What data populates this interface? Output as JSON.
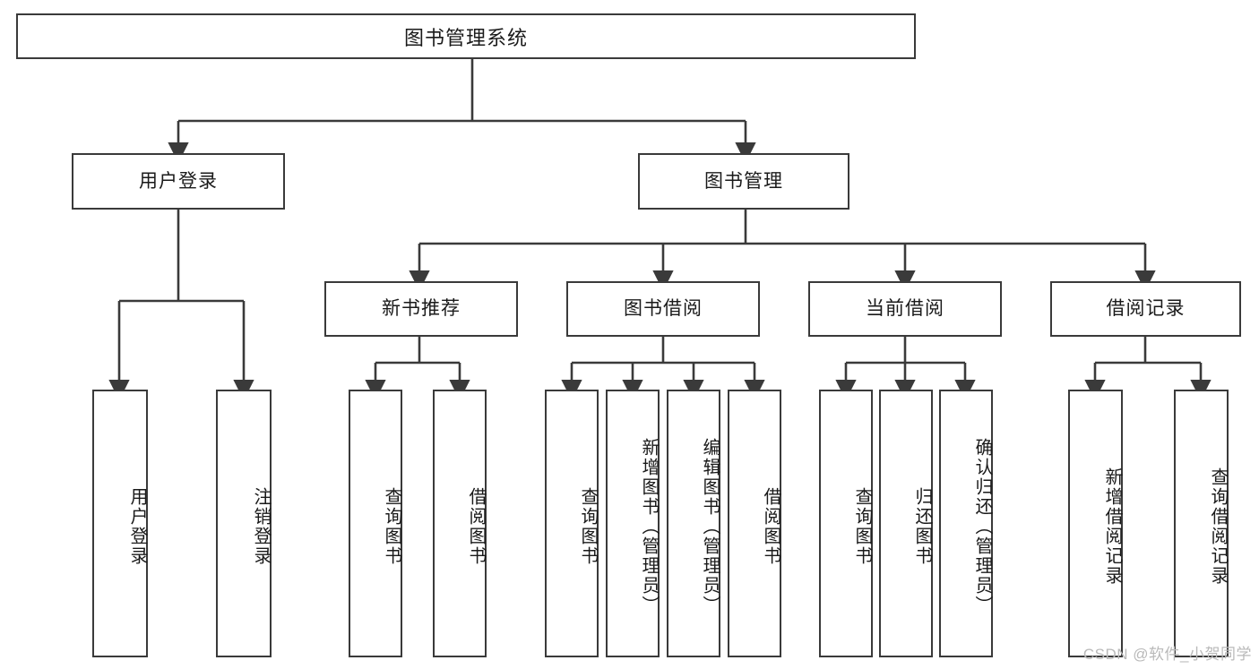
{
  "diagram": {
    "title": "图书管理系统",
    "type": "hierarchy-tree",
    "watermark": "CSDN @软件_小贺同学",
    "colors": {
      "background": "#ffffff",
      "node_fill": "#ffffff",
      "node_border": "#3a3a3a",
      "edge": "#3a3a3a",
      "text": "#1a1a1a",
      "watermark_text": "#b9b9b9"
    }
  },
  "nodes": {
    "root": {
      "label": "图书管理系统"
    },
    "level2": [
      {
        "id": "user-login",
        "label": "用户登录"
      },
      {
        "id": "book-manage",
        "label": "图书管理"
      }
    ],
    "level3": [
      {
        "id": "new-book-recommend",
        "label": "新书推荐"
      },
      {
        "id": "book-borrow",
        "label": "图书借阅"
      },
      {
        "id": "current-borrow",
        "label": "当前借阅"
      },
      {
        "id": "borrow-record",
        "label": "借阅记录"
      }
    ],
    "leaves": {
      "user-login": [
        {
          "id": "leaf-user-login",
          "label": "用户登录"
        },
        {
          "id": "leaf-logout-login",
          "label": "注销登录"
        }
      ],
      "new-book-recommend": [
        {
          "id": "leaf-query-book-1",
          "label": "查询图书"
        },
        {
          "id": "leaf-borrow-book-1",
          "label": "借阅图书"
        }
      ],
      "book-borrow": [
        {
          "id": "leaf-query-book-2",
          "label": "查询图书"
        },
        {
          "id": "leaf-add-book",
          "label": "新增图书（管理员）"
        },
        {
          "id": "leaf-edit-book",
          "label": "编辑图书（管理员）"
        },
        {
          "id": "leaf-borrow-book-2",
          "label": "借阅图书"
        }
      ],
      "current-borrow": [
        {
          "id": "leaf-query-book-3",
          "label": "查询图书"
        },
        {
          "id": "leaf-return-book",
          "label": "归还图书"
        },
        {
          "id": "leaf-confirm-return",
          "label": "确认归还（管理员）"
        }
      ],
      "borrow-record": [
        {
          "id": "leaf-add-record",
          "label": "新增借阅记录"
        },
        {
          "id": "leaf-query-record",
          "label": "查询借阅记录"
        }
      ]
    }
  }
}
